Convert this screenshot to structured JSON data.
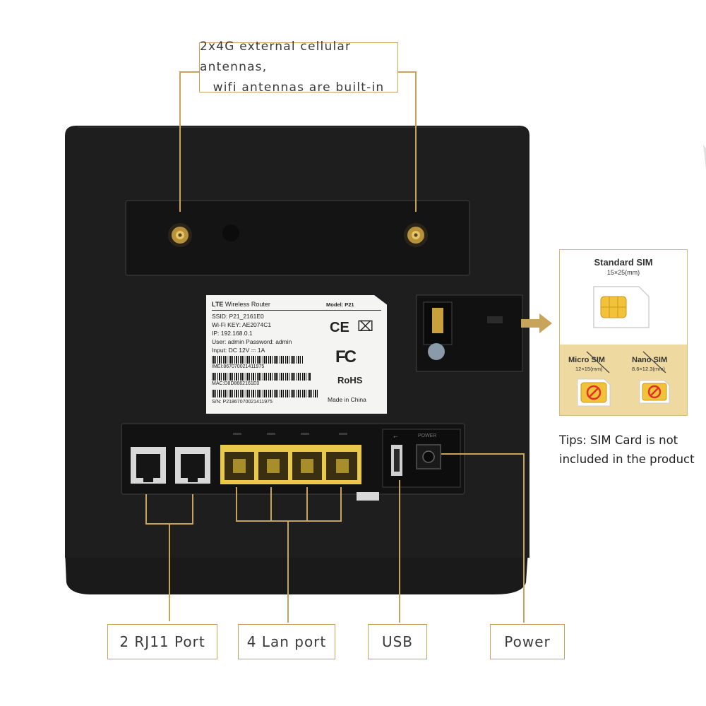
{
  "image": {
    "description_kind": "product photo",
    "background_color": "#ffffff",
    "accent_color": "#c8a35c",
    "device_color": "#1c1c1d",
    "port_color": "#e8c94a"
  },
  "callouts": {
    "antennas_line1": "2x4G external cellular antennas,",
    "antennas_line2": "wifi antennas are built-in",
    "rj11": "2 RJ11 Port",
    "lan": "4 Lan port",
    "usb": "USB",
    "power": "Power"
  },
  "device_label": {
    "brand": "LTE",
    "product": "Wireless Router",
    "model": "Model: P21",
    "ssid": "SSID: P21_2161E0",
    "wifi_key": "Wi-Fi KEY: AE2074C1",
    "ip": "IP: 192.168.0.1",
    "user": "User: admin  Password: admin",
    "input": "Input: DC  12V ⎓ 1A",
    "imei": "IMEI:867070021411975",
    "mac": "MAC:D8D8662161E0",
    "sn": "S/N: P21867070021411975",
    "ce_mark": "CE",
    "fcc_mark": "FC",
    "rohs": "RoHS",
    "origin": "Made in China"
  },
  "port_labels": {
    "usb_symbol": "⭠",
    "power": "POWER"
  },
  "sim_panel": {
    "standard_title": "Standard SIM",
    "standard_size": "15×25(mm)",
    "micro_title": "Micro SIM",
    "micro_size": "12×15(mm)",
    "nano_title": "Nano SIM",
    "nano_size": "8.6×12.3(mm)"
  },
  "tips": {
    "line1": "Tips: SIM Card is not",
    "line2": "included in the product"
  }
}
